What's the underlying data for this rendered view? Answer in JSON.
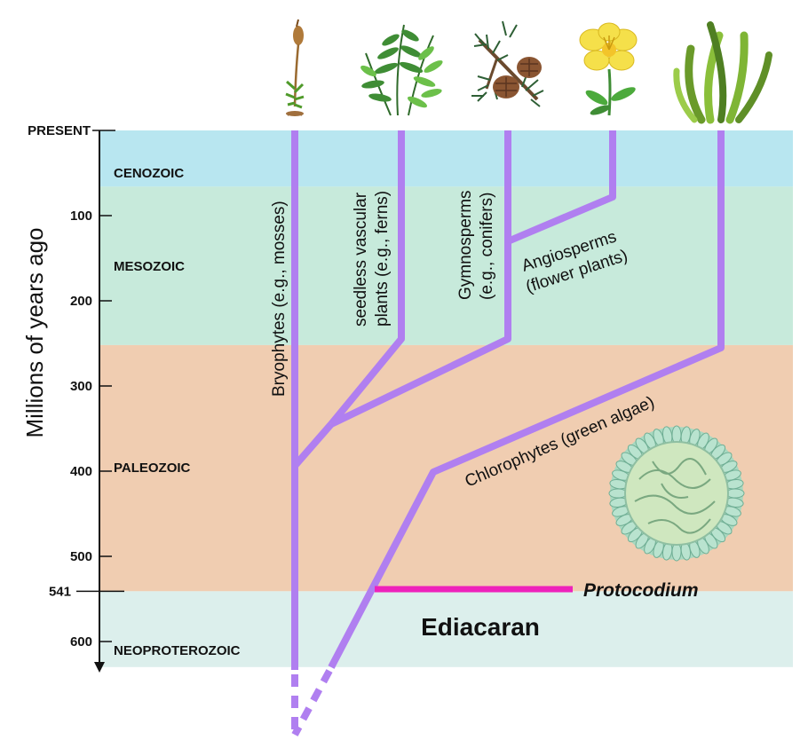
{
  "axis": {
    "title": "Millions of years ago",
    "ticks": [
      {
        "value": 0,
        "label": "PRESENT"
      },
      {
        "value": 100,
        "label": "100"
      },
      {
        "value": 200,
        "label": "200"
      },
      {
        "value": 300,
        "label": "300"
      },
      {
        "value": 400,
        "label": "400"
      },
      {
        "value": 500,
        "label": "500"
      },
      {
        "value": 541,
        "label": "541"
      },
      {
        "value": 600,
        "label": "600"
      }
    ]
  },
  "eras": [
    {
      "name": "CENOZOIC",
      "start": 0,
      "end": 66,
      "color": "#b8e6f0"
    },
    {
      "name": "MESOZOIC",
      "start": 66,
      "end": 252,
      "color": "#c7eadb"
    },
    {
      "name": "PALEOZOIC",
      "start": 252,
      "end": 541,
      "color": "#f0cdb1"
    },
    {
      "name": "NEOPROTEROZOIC",
      "start": 541,
      "end": 630,
      "color": "#dcefec"
    }
  ],
  "period_label": "Ediacaran",
  "lineages": [
    {
      "label": "Bryophytes (e.g., mosses)",
      "icon": "moss-icon"
    },
    {
      "label": "seedless vascular plants (e.g., ferns)",
      "icon": "fern-icon"
    },
    {
      "label": "Gymnosperms (e.g., conifers)",
      "icon": "conifer-icon"
    },
    {
      "label": "Angiosperms (flower plants)",
      "icon": "flower-icon"
    },
    {
      "label": "Chlorophytes (green algae)",
      "icon": "algae-icon"
    }
  ],
  "fossil": {
    "label": "Protocodium",
    "icon": "protocodium-cell-icon"
  },
  "colors": {
    "branch": "#b07ff0",
    "fossil_bar": "#ee22bb"
  }
}
